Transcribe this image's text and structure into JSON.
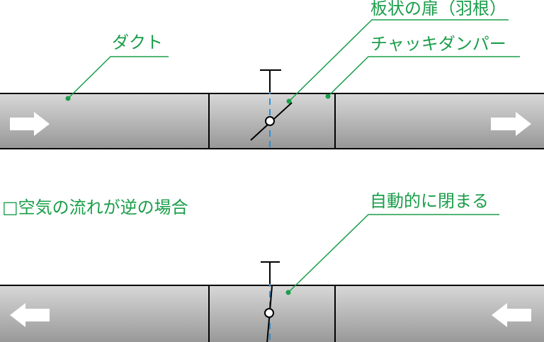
{
  "labels": {
    "duct": "ダクト",
    "blade": "板状の扉（羽根）",
    "damper": "チャッキダンパー",
    "reverse_heading": "□空気の流れが逆の場合",
    "auto_close": "自動的に閉まる"
  },
  "colors": {
    "label_green": "#1a9e4a",
    "duct_top": "#d6d6d6",
    "duct_bottom": "#9a9a9a",
    "axis_blue": "#2a8fd8",
    "outline": "#000000",
    "arrow": "#ffffff"
  },
  "icons": {
    "forward_flow": "arrow-right-icon",
    "reverse_flow": "arrow-left-icon"
  }
}
